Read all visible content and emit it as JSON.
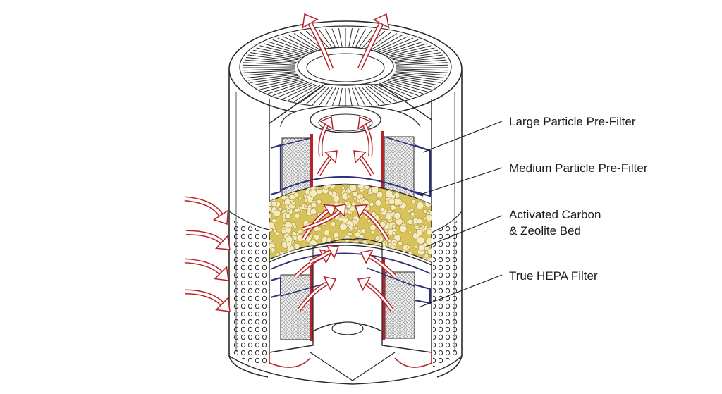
{
  "labels": [
    {
      "id": "large-particle-pre-filter",
      "lines": [
        "Large Particle Pre-Filter"
      ]
    },
    {
      "id": "medium-particle-pre-filter",
      "lines": [
        "Medium Particle Pre-Filter"
      ]
    },
    {
      "id": "activated-carbon-zeolite-bed",
      "lines": [
        "Activated Carbon",
        "& Zeolite Bed"
      ]
    },
    {
      "id": "true-hepa-filter",
      "lines": [
        "True HEPA Filter"
      ]
    }
  ],
  "colors": {
    "outline": "#2a2a2a",
    "airflow_arrow": "#b8232a",
    "pre_filter_frame": "#2d2f7a",
    "carbon_bed": "#d8c25a",
    "carbon_bead": "#f4ecc0",
    "hepa_mesh": "#9a9a9a",
    "background": "#ffffff"
  },
  "icons": {
    "airflow": "airflow-arrow-icon"
  }
}
